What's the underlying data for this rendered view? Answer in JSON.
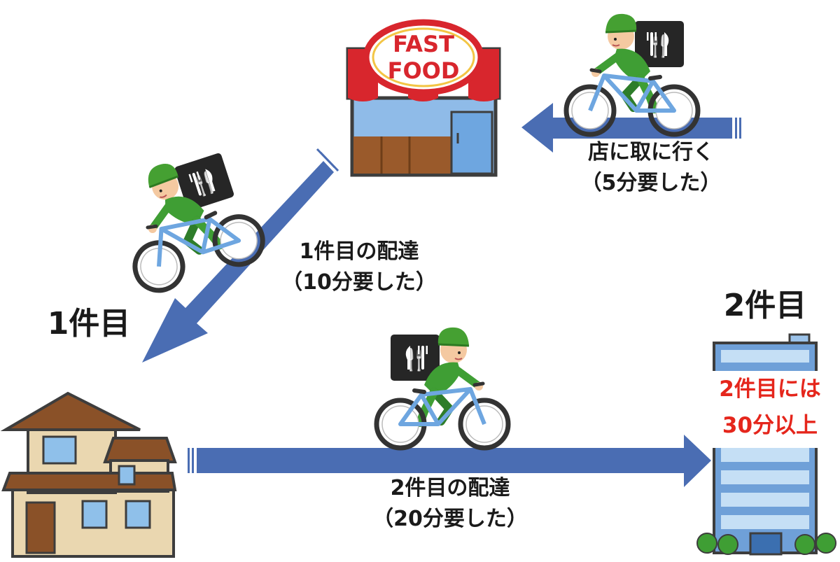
{
  "store": {
    "sign_line1": "FAST",
    "sign_line2": "FOOD"
  },
  "routes": {
    "pickup": {
      "line1": "店に取に行く",
      "line2": "（5分要した）"
    },
    "first_delivery": {
      "line1": "1件目の配達",
      "line2": "（10分要した）"
    },
    "second_delivery": {
      "line1": "2件目の配達",
      "line2": "（20分要した）"
    }
  },
  "destinations": {
    "first": "1件目",
    "second": "2件目",
    "second_note_line1": "2件目には",
    "second_note_line2": "30分以上"
  },
  "colors": {
    "arrow": "#4a6db3",
    "jersey": "#3f9e34",
    "helmet": "#45a032",
    "bag": "#262626",
    "awning_red": "#d8262d",
    "building": "#6fa0d8",
    "note_red": "#e5261c"
  }
}
